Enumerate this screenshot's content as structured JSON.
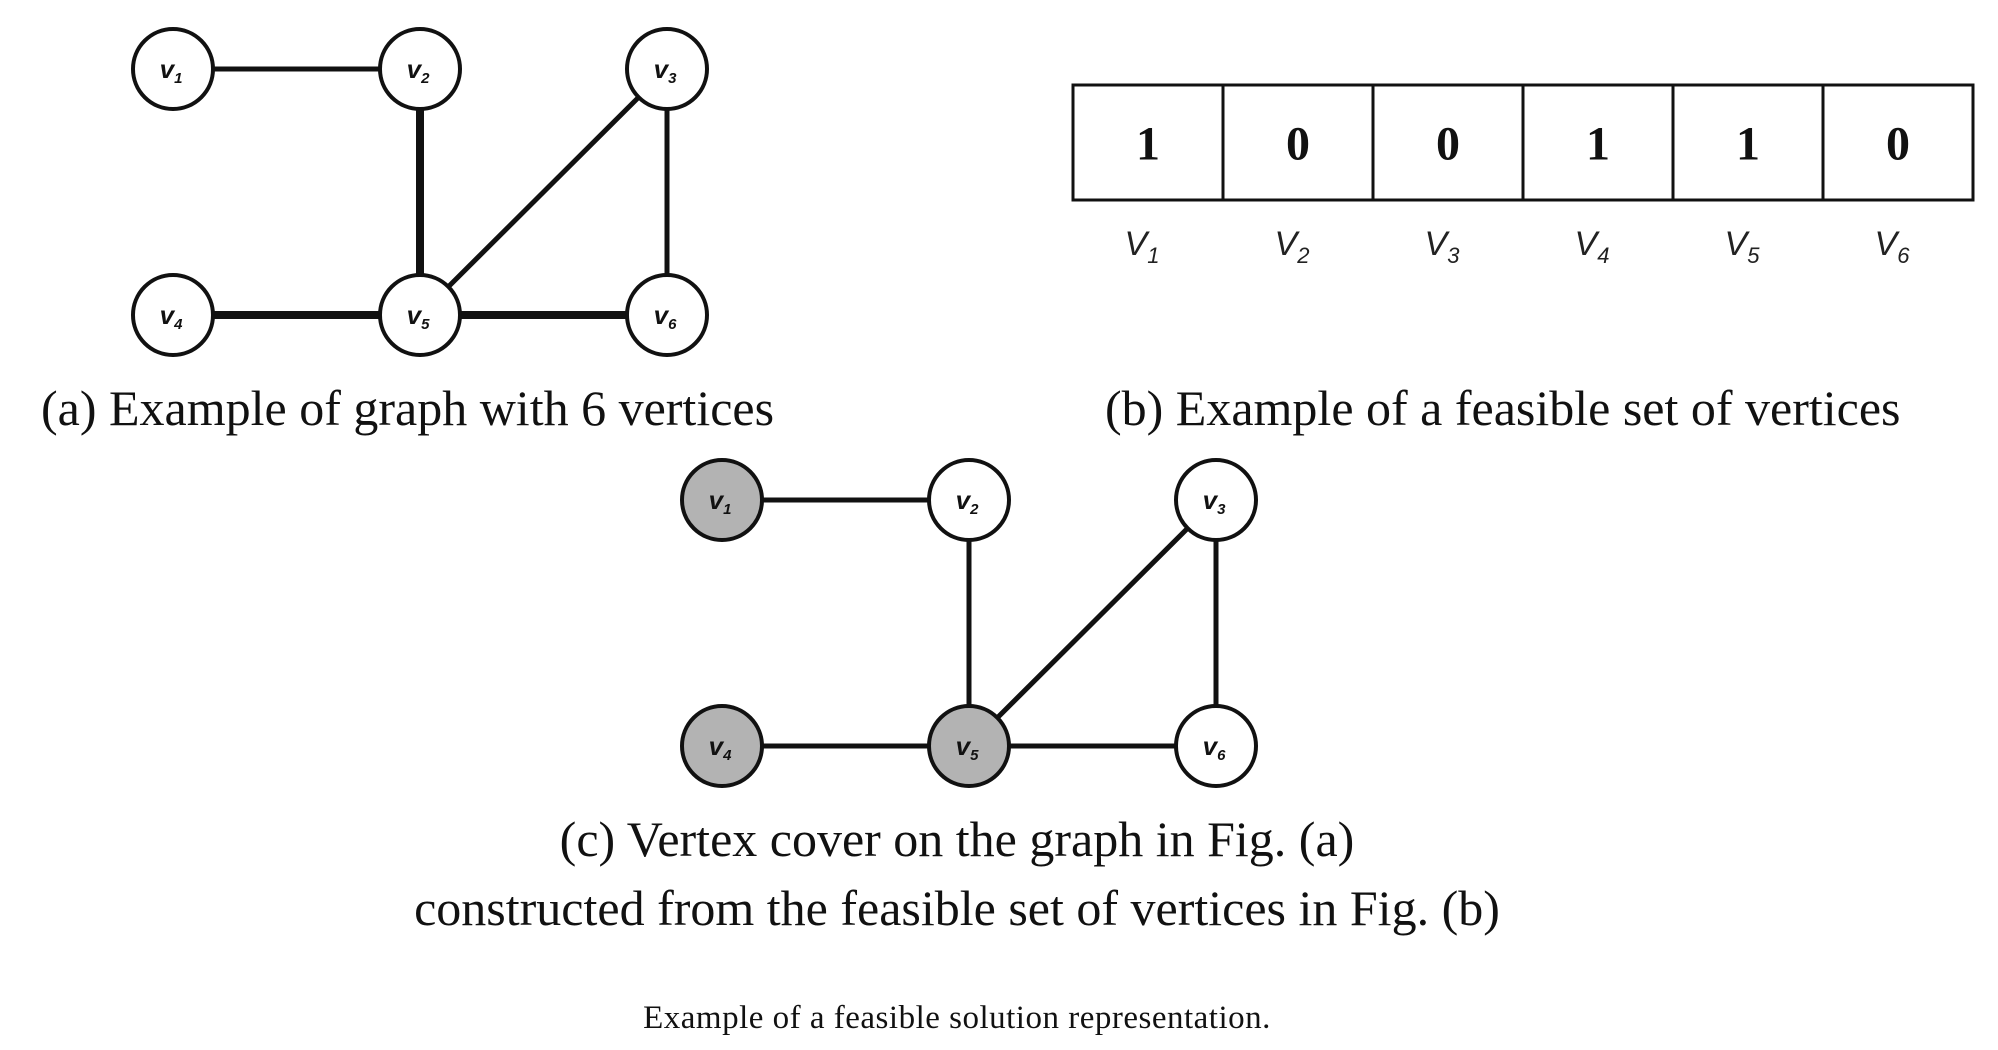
{
  "graph_a": {
    "vertices": [
      {
        "id": "v1",
        "letter": "v",
        "sub": "1"
      },
      {
        "id": "v2",
        "letter": "v",
        "sub": "2"
      },
      {
        "id": "v3",
        "letter": "v",
        "sub": "3"
      },
      {
        "id": "v4",
        "letter": "v",
        "sub": "4"
      },
      {
        "id": "v5",
        "letter": "v",
        "sub": "5"
      },
      {
        "id": "v6",
        "letter": "v",
        "sub": "6"
      }
    ],
    "edges": [
      [
        "v1",
        "v2"
      ],
      [
        "v2",
        "v5"
      ],
      [
        "v3",
        "v5"
      ],
      [
        "v3",
        "v6"
      ],
      [
        "v4",
        "v5"
      ],
      [
        "v5",
        "v6"
      ]
    ],
    "bold_edges": [
      [
        "v2",
        "v5"
      ],
      [
        "v4",
        "v5"
      ],
      [
        "v5",
        "v6"
      ]
    ],
    "caption": "(a) Example of graph with 6 vertices"
  },
  "vector_b": {
    "bits": [
      "1",
      "0",
      "0",
      "1",
      "1",
      "0"
    ],
    "labels": [
      {
        "letter": "V",
        "sub": "1"
      },
      {
        "letter": "V",
        "sub": "2"
      },
      {
        "letter": "V",
        "sub": "3"
      },
      {
        "letter": "V",
        "sub": "4"
      },
      {
        "letter": "V",
        "sub": "5"
      },
      {
        "letter": "V",
        "sub": "6"
      }
    ],
    "caption": "(b) Example of a feasible set of vertices"
  },
  "graph_c": {
    "selected": [
      "v1",
      "v4",
      "v5"
    ],
    "selected_color": "#b3b3b3",
    "unselected_color": "#ffffff",
    "caption_line1": "(c) Vertex cover on the graph in Fig. (a)",
    "caption_line2": "constructed from the feasible set of vertices in Fig. (b)"
  },
  "figure_caption": "Example of a feasible solution representation."
}
